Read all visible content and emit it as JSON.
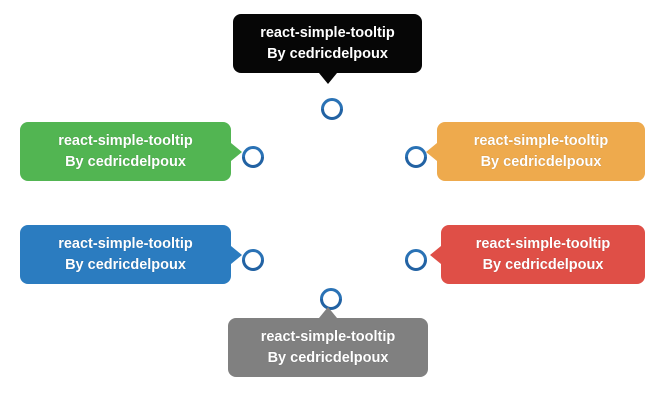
{
  "page": {
    "background_color": "#ffffff",
    "marker_color": "#2a72b5"
  },
  "tooltips": [
    {
      "id": "top",
      "placement": "top",
      "direction": "down",
      "color": "#060606",
      "title": "react-simple-tooltip",
      "author": "By cedricdelpoux"
    },
    {
      "id": "left-green",
      "placement": "left",
      "direction": "right",
      "color": "#52b552",
      "title": "react-simple-tooltip",
      "author": "By cedricdelpoux"
    },
    {
      "id": "right-orange",
      "placement": "right",
      "direction": "left",
      "color": "#eeaa4d",
      "title": "react-simple-tooltip",
      "author": "By cedricdelpoux"
    },
    {
      "id": "left-blue",
      "placement": "left",
      "direction": "right",
      "color": "#2b7cc0",
      "title": "react-simple-tooltip",
      "author": "By cedricdelpoux"
    },
    {
      "id": "right-red",
      "placement": "right",
      "direction": "left",
      "color": "#df4f47",
      "title": "react-simple-tooltip",
      "author": "By cedricdelpoux"
    },
    {
      "id": "bottom",
      "placement": "bottom",
      "direction": "up",
      "color": "#808080",
      "title": "react-simple-tooltip",
      "author": "By cedricdelpoux"
    }
  ],
  "markers": [
    {
      "id": "top",
      "icon": "circle-ring-icon"
    },
    {
      "id": "left-green",
      "icon": "circle-ring-icon"
    },
    {
      "id": "right-orange",
      "icon": "circle-ring-icon"
    },
    {
      "id": "left-blue",
      "icon": "circle-ring-icon"
    },
    {
      "id": "right-red",
      "icon": "circle-ring-icon"
    },
    {
      "id": "bottom",
      "icon": "circle-ring-icon"
    }
  ]
}
